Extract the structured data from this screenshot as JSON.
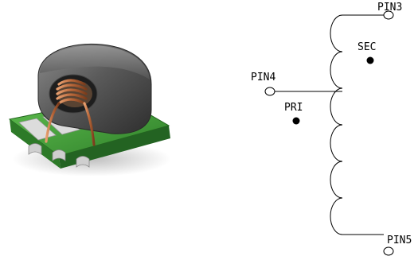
{
  "labels": {
    "pin3": "PIN3",
    "pin4": "PIN4",
    "pin5": "PIN5",
    "sec": "SEC",
    "pri": "PRI"
  },
  "component": {
    "name": "surface-mount transformer",
    "core_color": "#5b5b5b",
    "winding_color": "#b8673a",
    "pcb_color": "#3f9a37",
    "pad_color": "#d8d8d8"
  },
  "schematic": {
    "coil_turns": 6,
    "line_color": "#000000"
  }
}
